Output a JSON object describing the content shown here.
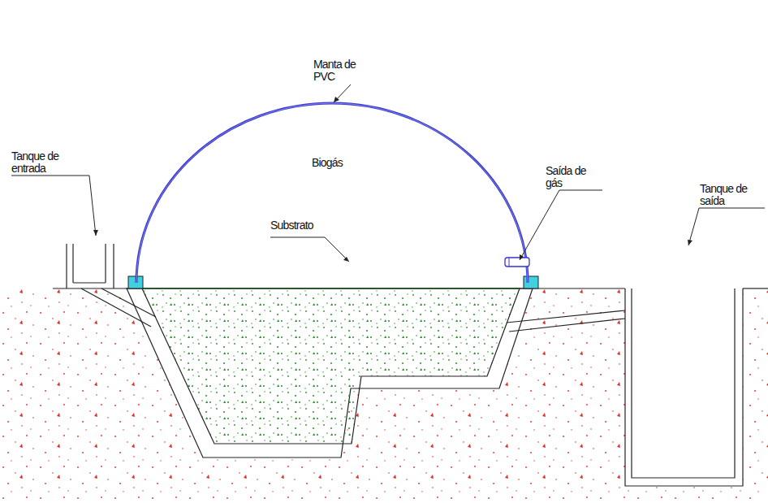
{
  "diagram": {
    "labels": [
      "Manta de PVC",
      "Biogás",
      "Saída de gás",
      "Tanque de entrada",
      "Substrato",
      "Tanque de saída"
    ]
  }
}
